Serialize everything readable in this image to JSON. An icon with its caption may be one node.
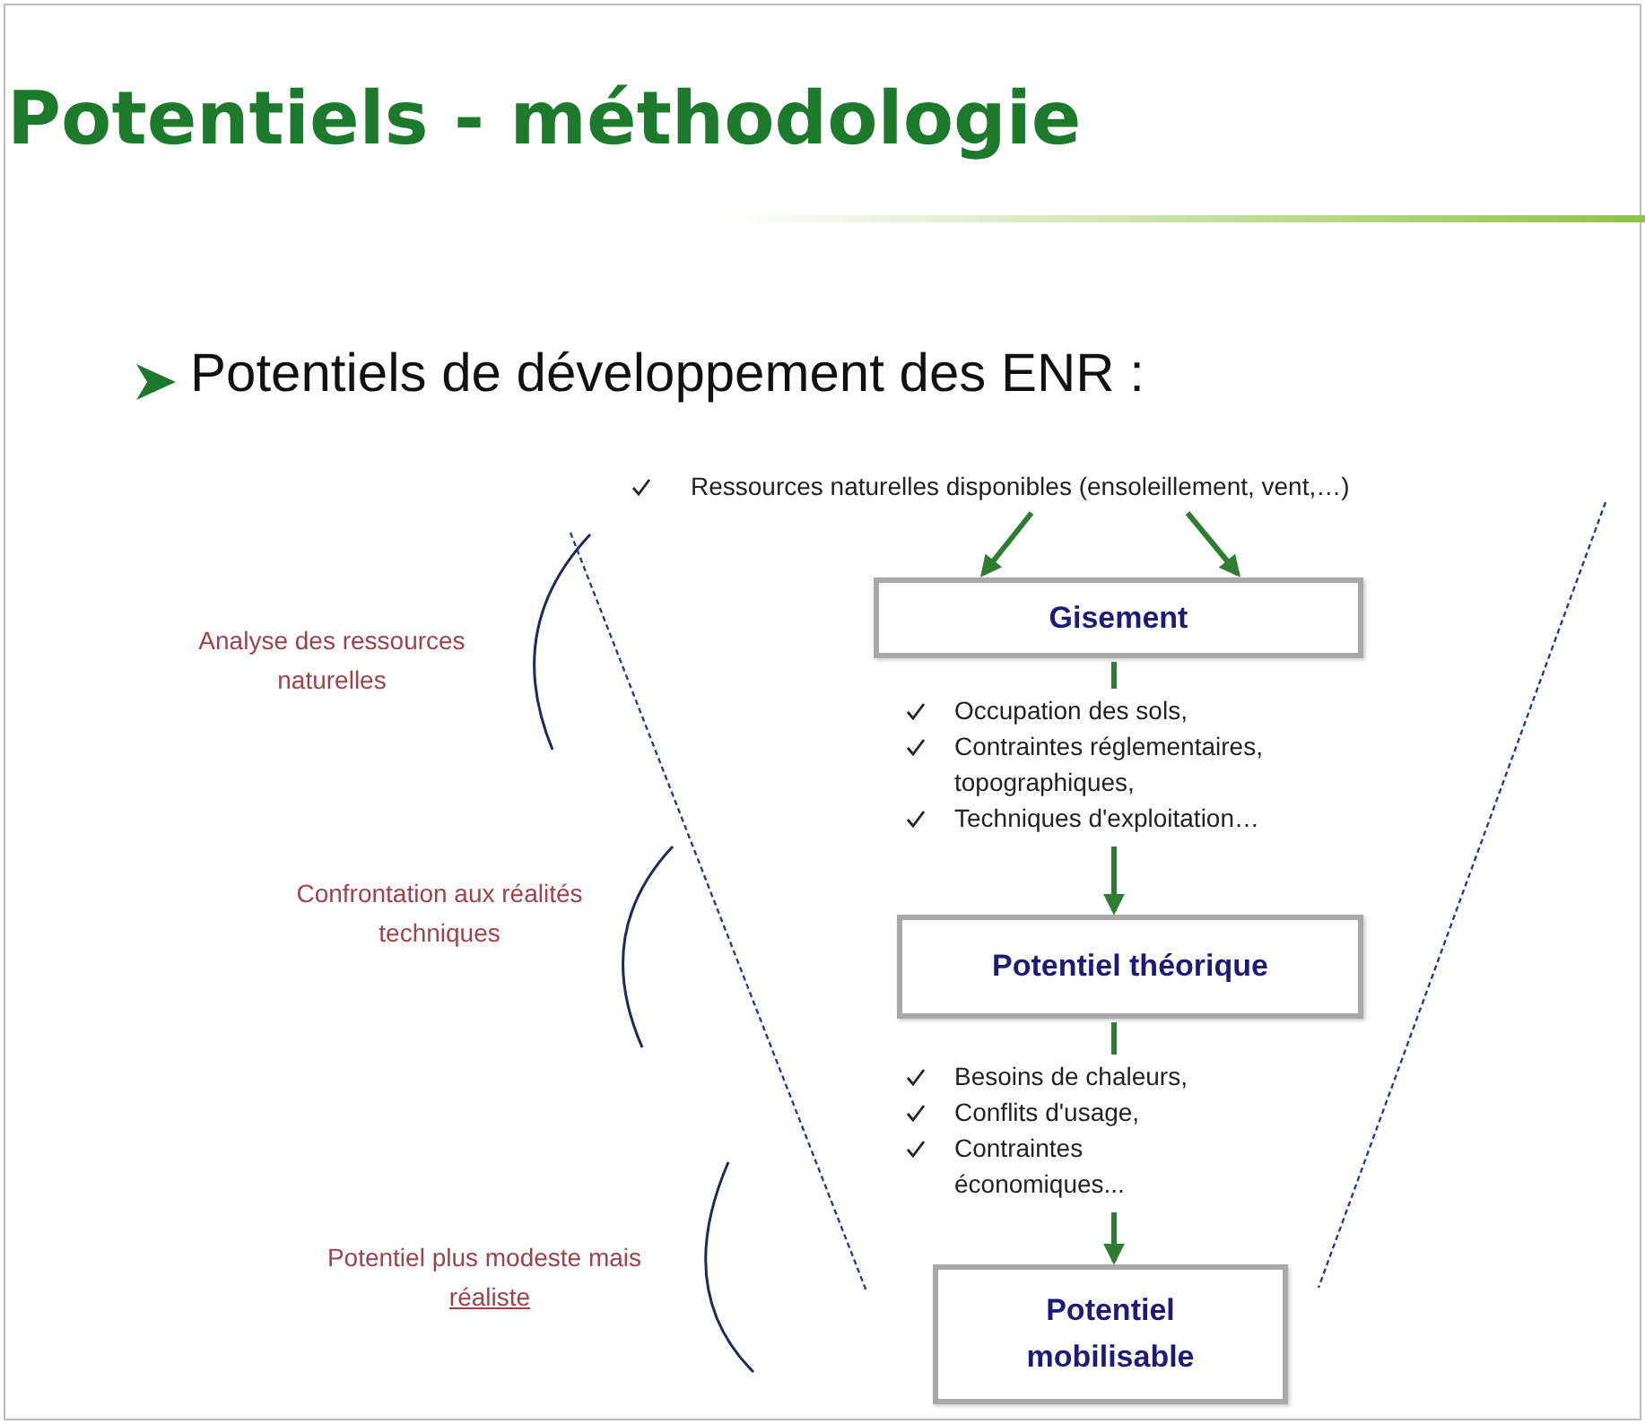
{
  "diagram": {
    "title": "Potentiels - méthodologie",
    "nodes": [
      {
        "text": [
          "Ressources naturelles disponibles (ensoleillement, vent,…)"
        ]
      },
      {
        "text": [
          "Gisement"
        ]
      },
      {
        "text": [
          "Occupation des sols,",
          "Contraintes réglementaires, topographiques,",
          "Techniques d'exploitation…"
        ]
      },
      {
        "text": [
          "Potentiel théorique"
        ]
      },
      {
        "text": [
          "Besoins de chaleurs,",
          "Conflits d'usage,",
          "Contraintes économiques..."
        ]
      },
      {
        "text": [
          "Potentiel mobilisable"
        ]
      }
    ],
    "edges": [
      {
        "from": 0,
        "to": 1,
        "arrow": "to"
      },
      {
        "from": 0,
        "to": 1,
        "arrow": "to"
      },
      {
        "from": 1,
        "to": 2,
        "arrow": "none"
      },
      {
        "from": 2,
        "to": 3,
        "arrow": "to"
      },
      {
        "from": 3,
        "to": 4,
        "arrow": "none"
      },
      {
        "from": 4,
        "to": 5,
        "arrow": "to"
      }
    ],
    "labels": [
      "Potentiels de développement des ENR :",
      "Analyse des ressources naturelles",
      "Confrontation aux réalités techniques",
      "Potentiel plus modeste mais",
      "réaliste"
    ]
  }
}
